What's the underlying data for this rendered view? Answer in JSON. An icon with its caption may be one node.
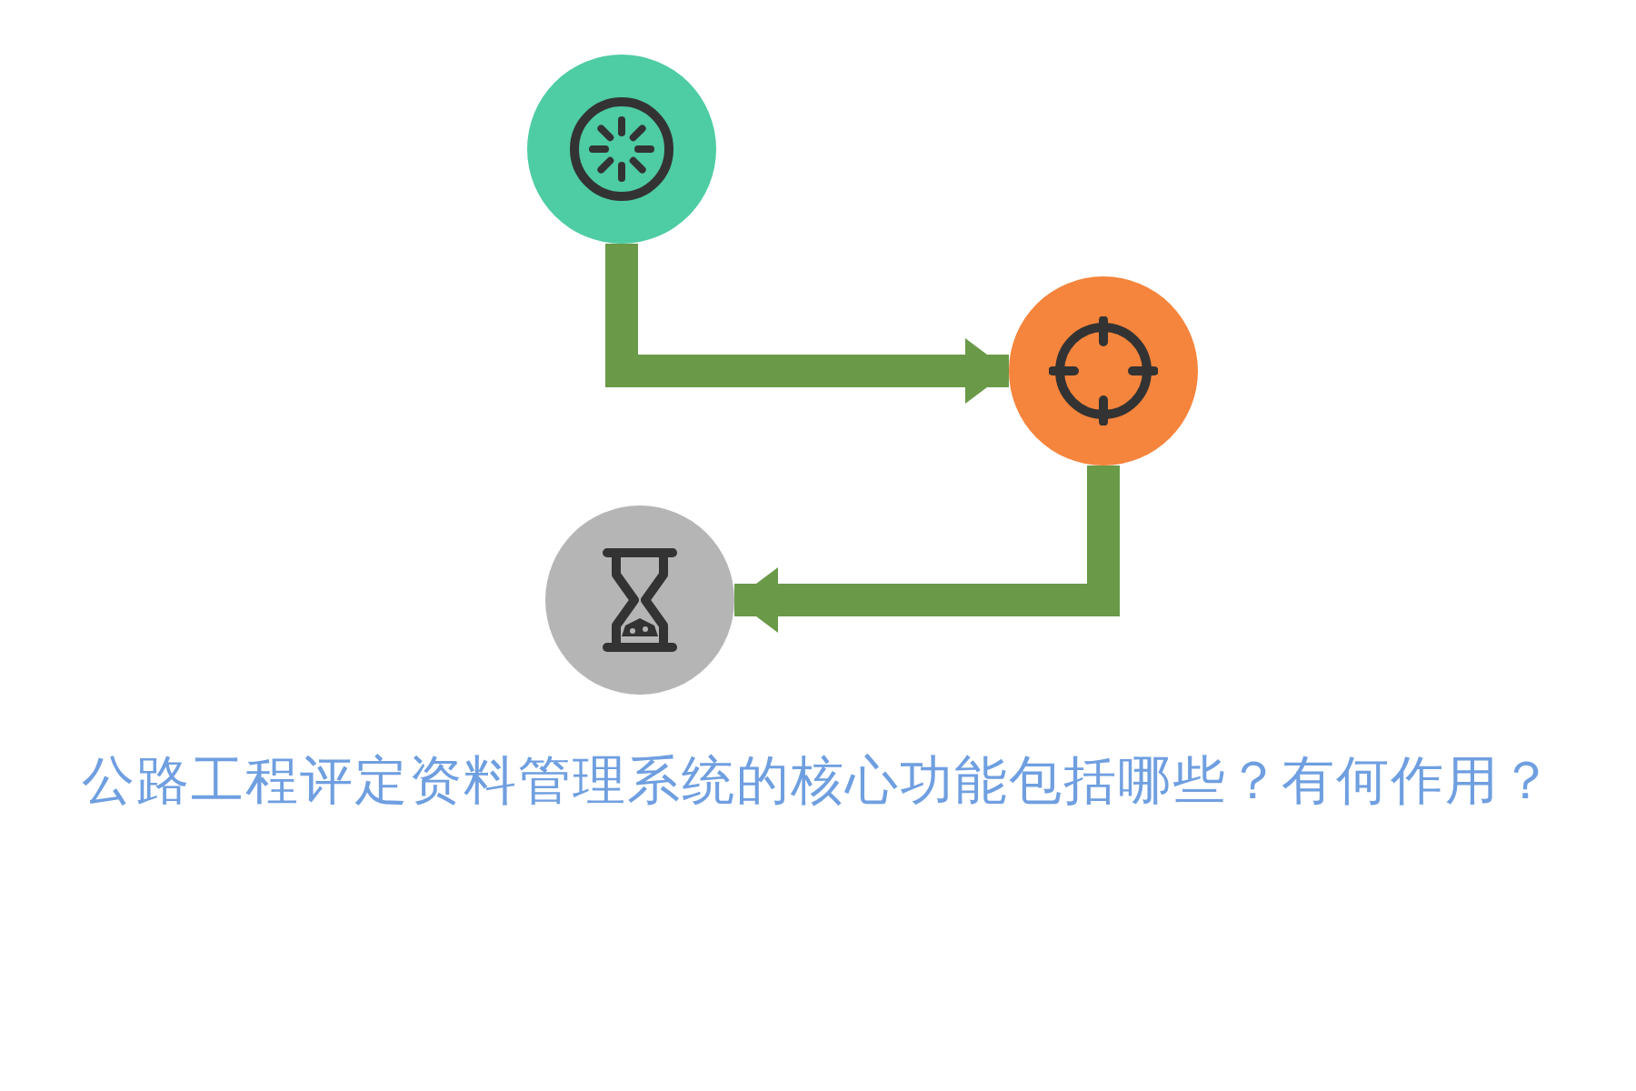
{
  "diagram": {
    "title": "公路工程评定资料管理系统的核心功能包括哪些？有何作用？",
    "nodes": [
      {
        "text": [],
        "shape": "circle"
      },
      {
        "text": [],
        "shape": "circle"
      },
      {
        "text": [],
        "shape": "circle"
      }
    ],
    "edges": [
      {
        "from": 0,
        "to": 1,
        "arrow": "to"
      },
      {
        "from": 1,
        "to": 2,
        "arrow": "to"
      }
    ]
  }
}
